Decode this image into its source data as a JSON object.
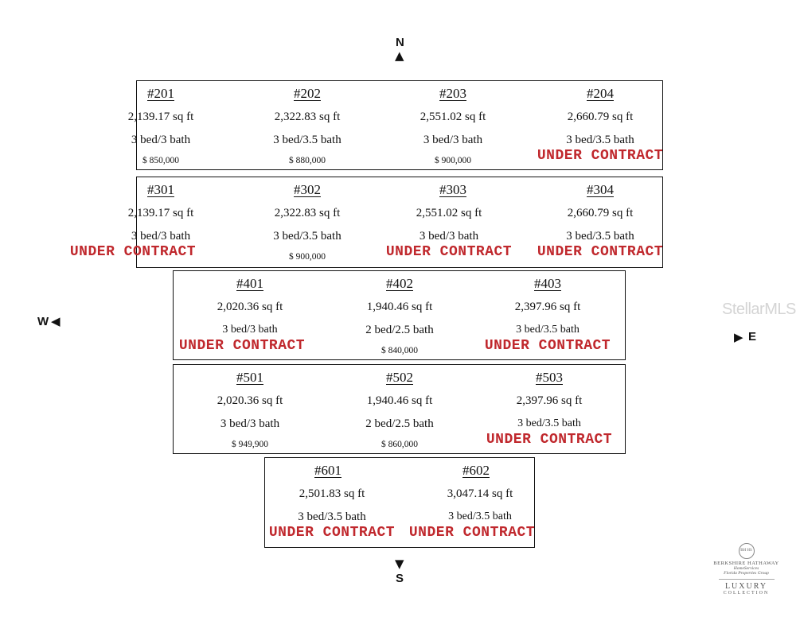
{
  "compass": {
    "n": "N",
    "s": "S",
    "w": "W",
    "e": "E"
  },
  "watermark": "StellarMLS",
  "logo": {
    "seal": "BH HS",
    "line1": "BERKSHIRE HATHAWAY",
    "line2": "HomeServices",
    "line3": "Florida Properties Group",
    "line4": "LUXURY",
    "line5": "COLLECTION"
  },
  "floors": [
    {
      "units": [
        {
          "number": "#201",
          "sqft": "2,139.17 sq ft",
          "beds": "3 bed/3 bath",
          "price": "$ 850,000",
          "status": ""
        },
        {
          "number": "#202",
          "sqft": "2,322.83 sq ft",
          "beds": "3 bed/3.5 bath",
          "price": "$ 880,000",
          "status": ""
        },
        {
          "number": "#203",
          "sqft": "2,551.02 sq ft",
          "beds": "3 bed/3 bath",
          "price": "$ 900,000",
          "status": ""
        },
        {
          "number": "#204",
          "sqft": "2,660.79 sq ft",
          "beds": "3 bed/3.5 bath",
          "price": "",
          "status": "UNDER CONTRACT"
        }
      ]
    },
    {
      "units": [
        {
          "number": "#301",
          "sqft": "2,139.17 sq ft",
          "beds": "3 bed/3 bath",
          "price": "",
          "status": "UNDER CONTRACT"
        },
        {
          "number": "#302",
          "sqft": "2,322.83 sq ft",
          "beds": "3 bed/3.5 bath",
          "price": "$ 900,000",
          "status": ""
        },
        {
          "number": "#303",
          "sqft": "2,551.02 sq ft",
          "beds": "3 bed/3 bath",
          "price": "",
          "status": "UNDER CONTRACT"
        },
        {
          "number": "#304",
          "sqft": "2,660.79 sq ft",
          "beds": "3 bed/3.5 bath",
          "price": "",
          "status": "UNDER CONTRACT"
        }
      ]
    },
    {
      "units": [
        {
          "number": "#401",
          "sqft": "2,020.36 sq ft",
          "beds": "3 bed/3 bath",
          "price": "",
          "status": "UNDER CONTRACT"
        },
        {
          "number": "#402",
          "sqft": "1,940.46 sq ft",
          "beds": "2 bed/2.5 bath",
          "price": "$ 840,000",
          "status": ""
        },
        {
          "number": "#403",
          "sqft": "2,397.96 sq ft",
          "beds": "3 bed/3.5 bath",
          "price": "",
          "status": "UNDER CONTRACT"
        }
      ]
    },
    {
      "units": [
        {
          "number": "#501",
          "sqft": "2,020.36 sq ft",
          "beds": "3 bed/3 bath",
          "price": "$ 949,900",
          "status": ""
        },
        {
          "number": "#502",
          "sqft": "1,940.46 sq ft",
          "beds": "2 bed/2.5 bath",
          "price": "$ 860,000",
          "status": ""
        },
        {
          "number": "#503",
          "sqft": "2,397.96 sq ft",
          "beds": "3 bed/3.5 bath",
          "price": "",
          "status": "UNDER CONTRACT"
        }
      ]
    },
    {
      "units": [
        {
          "number": "#601",
          "sqft": "2,501.83 sq ft",
          "beds": "3 bed/3.5 bath",
          "price": "",
          "status": "UNDER CONTRACT"
        },
        {
          "number": "#602",
          "sqft": "3,047.14 sq ft",
          "beds": "3 bed/3.5 bath",
          "price": "",
          "status": "UNDER CONTRACT"
        }
      ]
    }
  ]
}
